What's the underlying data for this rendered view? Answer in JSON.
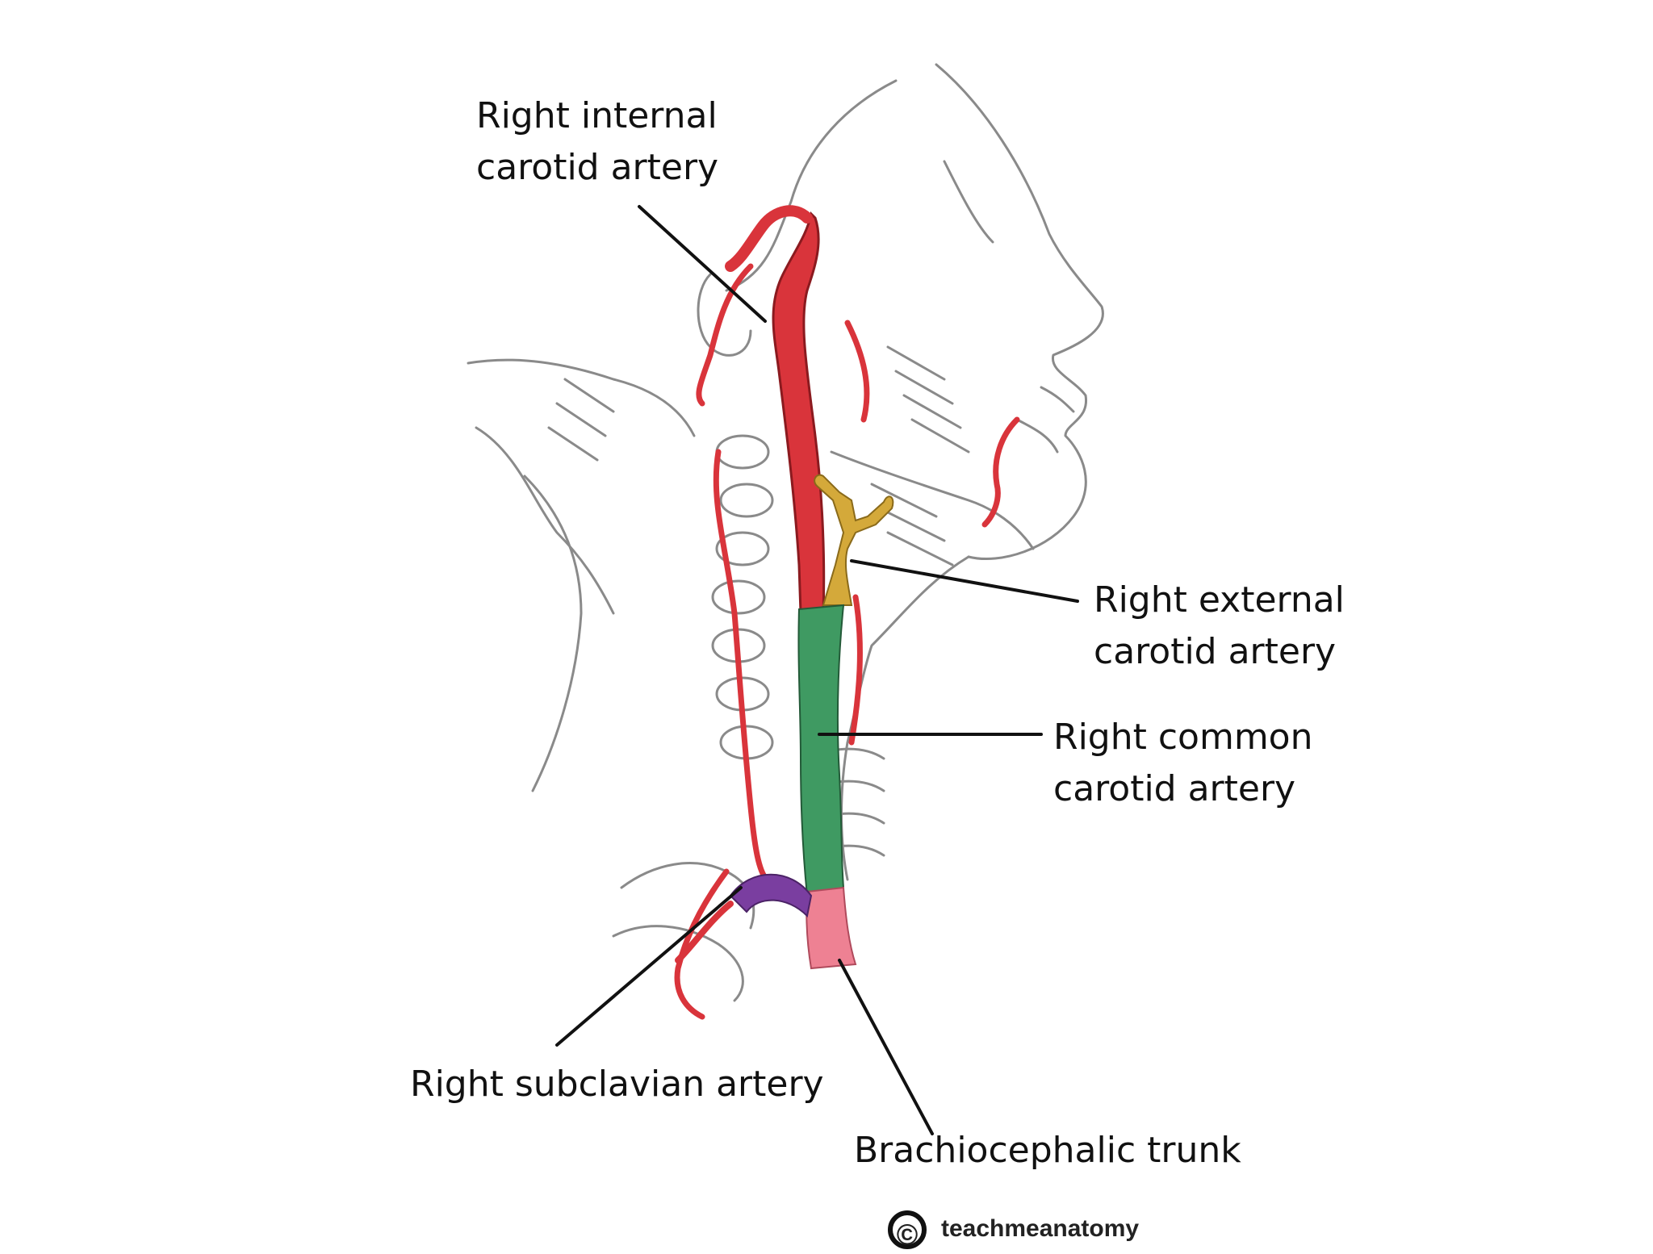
{
  "labels": {
    "internal_carotid": [
      "Right internal",
      "carotid artery"
    ],
    "external_carotid": [
      "Right external",
      "carotid artery"
    ],
    "common_carotid": [
      "Right common",
      "carotid artery"
    ],
    "subclavian": [
      "Right subclavian artery"
    ],
    "brachiocephalic": [
      "Brachiocephalic trunk"
    ]
  },
  "credit": "teachmeanatomy",
  "colors": {
    "artery_red": "#d9343b",
    "external_carotid": "#d4a93a",
    "common_carotid": "#3f9a62",
    "subclavian": "#7a3ea0",
    "brachiocephalic": "#ee8193",
    "sketch": "#8a8a8a"
  }
}
